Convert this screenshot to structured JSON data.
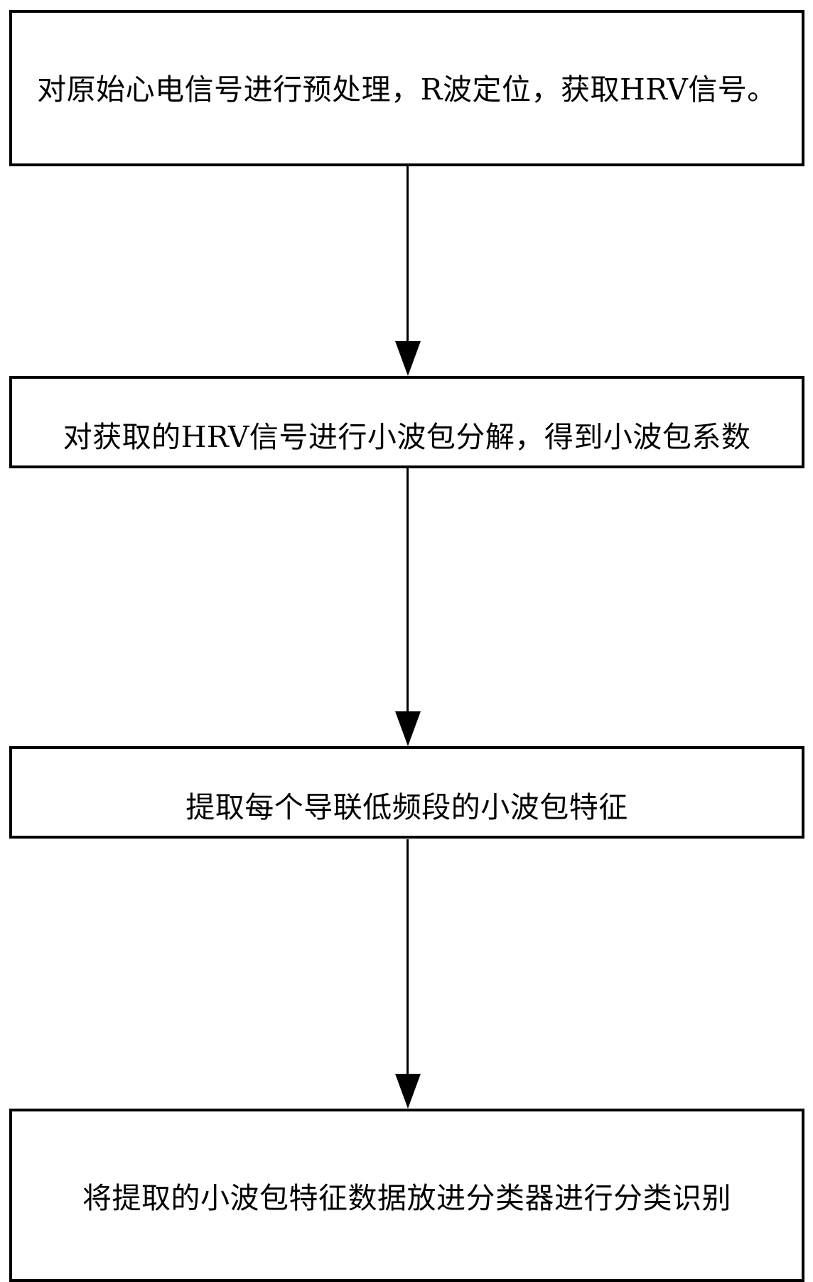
{
  "diagram": {
    "type": "flowchart",
    "orientation": "vertical",
    "colors": {
      "background": "#ffffff",
      "box_border": "#000000",
      "box_fill": "#ffffff",
      "text": "#000000",
      "arrow": "#000000"
    },
    "steps": [
      {
        "id": "step-1",
        "label": "对原始心电信号进行预处理，R波定位，获取HRV信号。"
      },
      {
        "id": "step-2",
        "label": "对获取的HRV信号进行小波包分解，得到小波包系数"
      },
      {
        "id": "step-3",
        "label": "提取每个导联低频段的小波包特征"
      },
      {
        "id": "step-4",
        "label": "将提取的小波包特征数据放进分类器进行分类识别"
      }
    ],
    "connectors": [
      {
        "id": "connector-1",
        "from": "step-1",
        "to": "step-2",
        "icon": "down-arrow-icon"
      },
      {
        "id": "connector-2",
        "from": "step-2",
        "to": "step-3",
        "icon": "down-arrow-icon"
      },
      {
        "id": "connector-3",
        "from": "step-3",
        "to": "step-4",
        "icon": "down-arrow-icon"
      }
    ]
  }
}
